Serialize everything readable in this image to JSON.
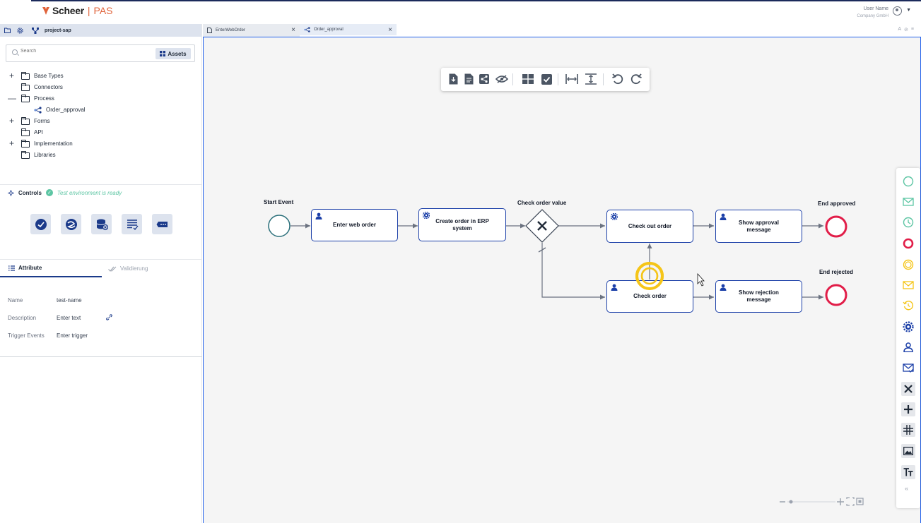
{
  "header": {
    "brand": "Scheer",
    "separator": "|",
    "product": "PAS",
    "user_name": "User Name",
    "company": "Company GmbH"
  },
  "project": {
    "name": "project-sap"
  },
  "search": {
    "placeholder": "Search",
    "assets_label": "Assets"
  },
  "tree": [
    {
      "label": "Base Types",
      "toggle": "+"
    },
    {
      "label": "Connectors",
      "toggle": ""
    },
    {
      "label": "Process",
      "toggle": "—"
    },
    {
      "label": "Order_approval",
      "toggle": "",
      "child": true
    },
    {
      "label": "Forms",
      "toggle": "+"
    },
    {
      "label": "API",
      "toggle": ""
    },
    {
      "label": "Implementation",
      "toggle": "+"
    },
    {
      "label": "Libraries",
      "toggle": ""
    }
  ],
  "controls": {
    "title": "Controls",
    "status": "Test environment is ready"
  },
  "panel_tabs": {
    "attribute": "Attribute",
    "validation": "Validierung"
  },
  "attributes": [
    {
      "label": "Name",
      "value": "test-name"
    },
    {
      "label": "Description",
      "value": "Enter text"
    },
    {
      "label": "Trigger Events",
      "value": "Enter trigger"
    }
  ],
  "editor_tabs": [
    {
      "label": "EnterWebOrder"
    },
    {
      "label": "Order_approval"
    }
  ],
  "diagram": {
    "start_event": "Start Event",
    "task_enter": "Enter web order",
    "task_create": "Create order in ERP system",
    "gateway": "Check order value",
    "task_checkout": "Check out order",
    "task_approval": "Show approval message",
    "end_approved": "End approved",
    "task_check": "Check order",
    "task_rejection": "Show rejection message",
    "end_rejected": "End rejected"
  },
  "colors": {
    "brand_navy": "#1b2a5b",
    "accent_blue": "#1b3fa8",
    "ready_green": "#5cc5a3",
    "end_red": "#e11d48",
    "highlight_yellow": "#f5c518",
    "logo_orange": "#e0633a"
  }
}
